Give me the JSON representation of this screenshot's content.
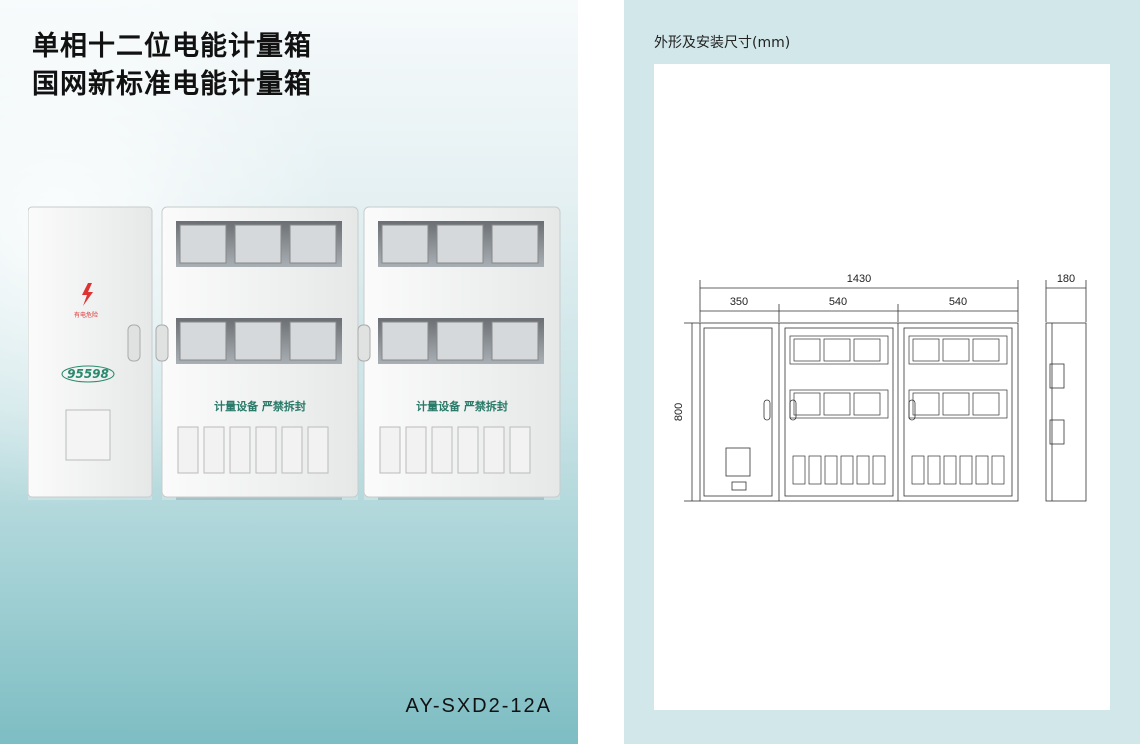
{
  "left": {
    "title_line1": "单相十二位电能计量箱",
    "title_line2": "国网新标准电能计量箱",
    "model": "AY-SXD2-12A",
    "panel_text": "计量设备 严禁拆封",
    "logo_text": "95598",
    "warning_text": "有电危险"
  },
  "right": {
    "section_title": "外形及安装尺寸(mm)",
    "dimensions": {
      "total_width": "1430",
      "left_width": "350",
      "mid_width": "540",
      "right_width": "540",
      "height": "800",
      "depth": "180"
    }
  },
  "colors": {
    "bg_teal": "#9fcfd3",
    "panel_green": "#2a7a6a",
    "warning_red": "#d33"
  }
}
